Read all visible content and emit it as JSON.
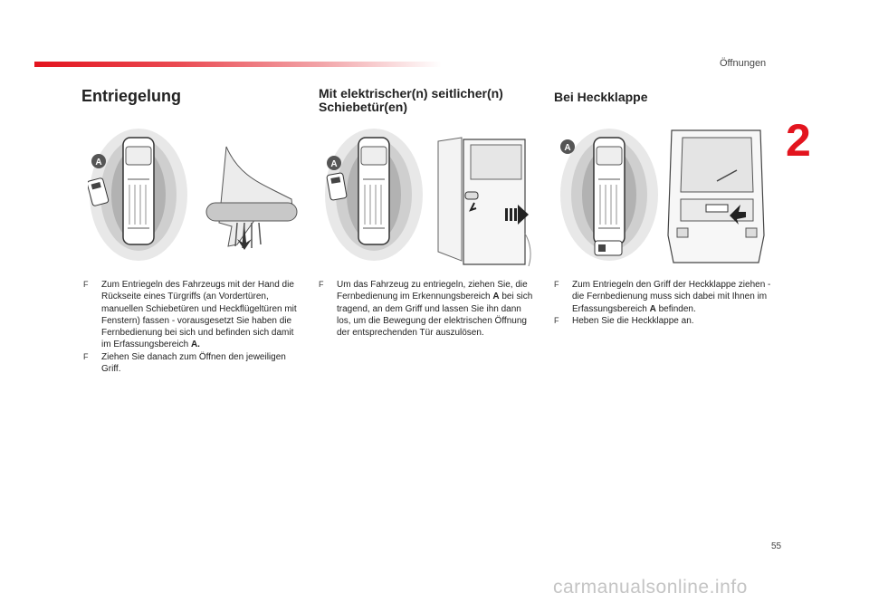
{
  "header": {
    "section": "Öffnungen",
    "chapter": "2",
    "accent_color": "#e3141e"
  },
  "col1": {
    "title": "Entriegelung",
    "zone_label": "A",
    "bullets": [
      {
        "pre": "Zum Entriegeln des Fahrzeugs mit der Hand die Rückseite eines Türgriffs (an Vordertüren, manuellen Schiebetüren und Heckflügeltüren mit Fenstern) fassen - vorausgesetzt Sie haben die Fernbedienung bei sich und befinden sich damit im Erfassungsbereich ",
        "bold": "A.",
        "post": ""
      },
      {
        "pre": "Ziehen Sie danach zum Öffnen den jeweiligen Griff.",
        "bold": "",
        "post": ""
      }
    ]
  },
  "col2": {
    "title_line1": "Mit elektrischer(n) seitlicher(n)",
    "title_line2": "Schiebetür(en)",
    "zone_label": "A",
    "bullets": [
      {
        "pre": "Um das Fahrzeug zu entriegeln, ziehen Sie, die Fernbedienung im Erkennungsbereich ",
        "bold": "A",
        "post": " bei sich tragend, an dem Griff und lassen Sie ihn dann los, um die Bewegung der elektrischen Öffnung der entsprechenden Tür auszulösen."
      }
    ]
  },
  "col3": {
    "title": "Bei Heckklappe",
    "zone_label": "A",
    "bullets": [
      {
        "pre": "Zum Entriegeln den Griff der Heckklappe ziehen - die Fernbedienung muss sich dabei mit Ihnen im Erfassungsbereich ",
        "bold": "A",
        "post": " befinden."
      },
      {
        "pre": "Heben Sie die Heckklappe an.",
        "bold": "",
        "post": ""
      }
    ]
  },
  "footer": {
    "page_number": "55",
    "watermark": "carmanualsonline.info"
  },
  "bullet_symbol": "F"
}
